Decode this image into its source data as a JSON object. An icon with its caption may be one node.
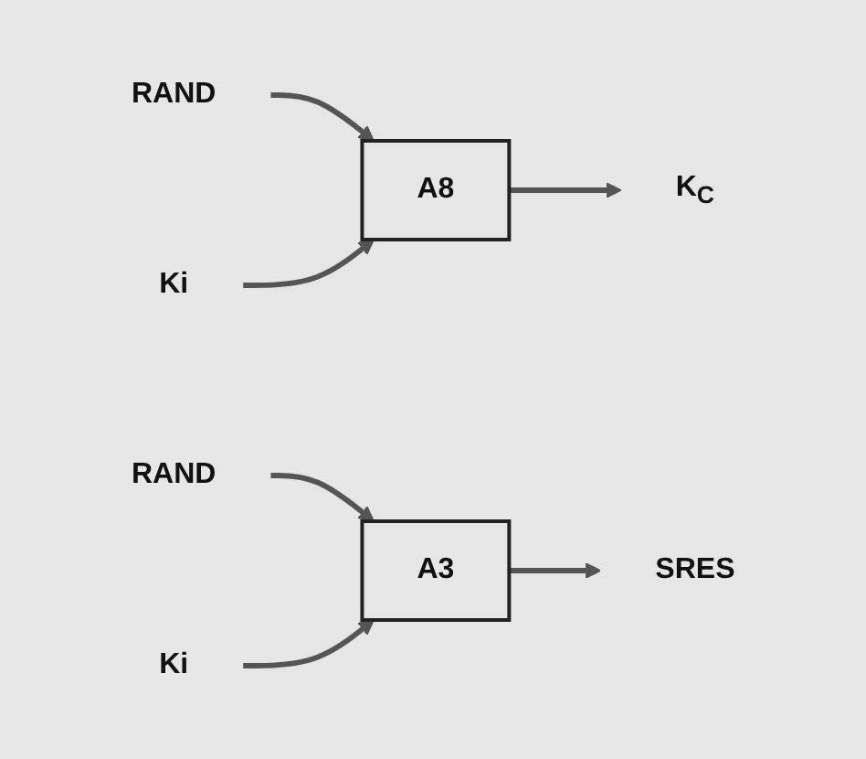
{
  "diagram": {
    "nodes": [
      {
        "text": [
          "RAND"
        ]
      },
      {
        "text": [
          "Ki"
        ]
      },
      {
        "text": [
          "A8"
        ]
      },
      {
        "text": [
          "K$_{C}$"
        ]
      },
      {
        "text": [
          "RAND"
        ]
      },
      {
        "text": [
          "Ki"
        ]
      },
      {
        "text": [
          "A3"
        ]
      },
      {
        "text": [
          "SRES"
        ]
      }
    ],
    "edges": [
      {
        "from": 0,
        "to": 2,
        "arrow": "to"
      },
      {
        "from": 1,
        "to": 2,
        "arrow": "to"
      },
      {
        "from": 2,
        "to": 3,
        "arrow": "to"
      },
      {
        "from": 4,
        "to": 6,
        "arrow": "to"
      },
      {
        "from": 5,
        "to": 6,
        "arrow": "to"
      },
      {
        "from": 6,
        "to": 7,
        "arrow": "to"
      }
    ]
  }
}
